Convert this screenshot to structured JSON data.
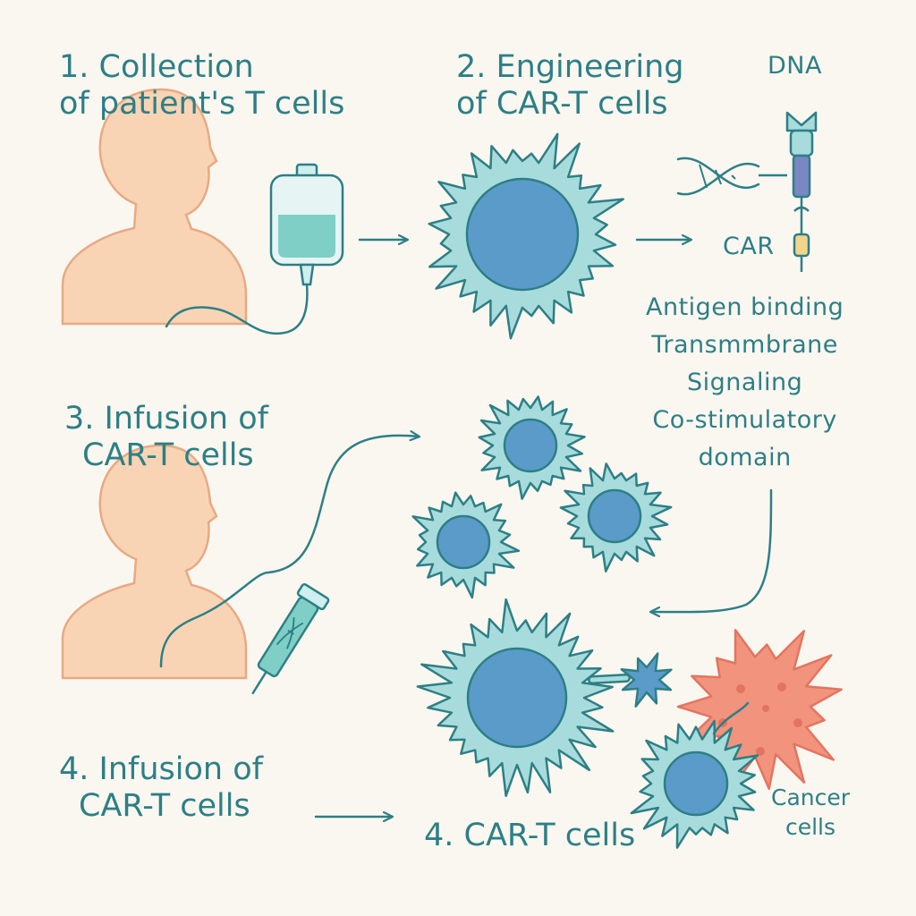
{
  "colors": {
    "background": "#faf7f0",
    "ink": "#2d7f86",
    "skin_fill": "#f9d4b4",
    "skin_stroke": "#e8a983",
    "tcell_outer": "#a8dcdc",
    "tcell_nucleus": "#5b9bc9",
    "cancer_fill": "#f2937d",
    "cancer_stroke": "#e37460",
    "dna_stem": "#7b86c4",
    "car_tail": "#f3d48b"
  },
  "steps": {
    "step1": {
      "line1": "1. Collection",
      "line2": "of patient's T cells"
    },
    "step2": {
      "line1": "2. Engineering",
      "line2": "of CAR-T cells"
    },
    "step3": {
      "line1": "3. Infusion of",
      "line2": "CAR-T cells"
    },
    "step4": {
      "line1": "4. Infusion of",
      "line2": "CAR-T cells"
    }
  },
  "construct": {
    "dna_label": "DNA",
    "car_label": "CAR",
    "domains": [
      "Antigen binding",
      "Transmmbrane",
      "Signaling",
      "Co-stimulatory",
      "domain"
    ]
  },
  "outcome": {
    "cart_label": "4. CAR-T cells",
    "cancer_line1": "Cancer",
    "cancer_line2": "cells"
  },
  "icons": {
    "patient_1": "person-silhouette-icon",
    "iv_bag": "iv-blood-bag-icon",
    "t_cell": "t-cell-icon",
    "dna": "dna-helix-icon",
    "patient_2": "person-silhouette-icon",
    "syringe": "syringe-icon",
    "cancer_cell": "cancer-cell-icon"
  }
}
